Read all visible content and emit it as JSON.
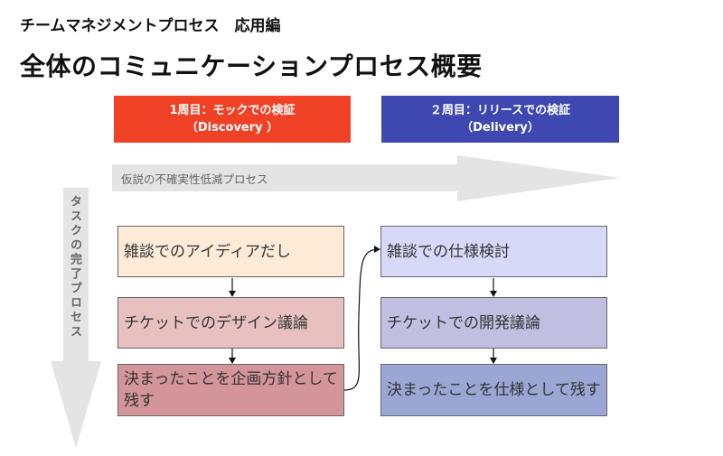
{
  "header": {
    "subtitle": "チームマネジメントプロセス　応用編",
    "title": "全体のコミュニケーションプロセス概要"
  },
  "phases": [
    {
      "line1": "1周目：モックでの検証",
      "line2": "（Discovery ）",
      "color": "#ef4125"
    },
    {
      "line1": "２周目：リリースでの検証",
      "line2": "（Delivery）",
      "color": "#3f48b0"
    }
  ],
  "horizontal_arrow": {
    "label": "仮説の不確実性低減プロセス",
    "color": "#e4e4e4"
  },
  "vertical_arrow": {
    "label": "タスクの完了プロセス",
    "color": "#e4e4e4"
  },
  "column1": [
    {
      "text": "雑談でのアイディアだし",
      "fill": "#fdebd8"
    },
    {
      "text": "チケットでのデザイン議論",
      "fill": "#e8c0c0"
    },
    {
      "text": "決まったことを企画方針として残す",
      "fill": "#d3949a"
    }
  ],
  "column2": [
    {
      "text": "雑談での仕様検討",
      "fill": "#d8d8f8"
    },
    {
      "text": "チケットでの開発議論",
      "fill": "#c0bfe2"
    },
    {
      "text": "決まったことを仕様として残す",
      "fill": "#9aa6d3"
    }
  ]
}
